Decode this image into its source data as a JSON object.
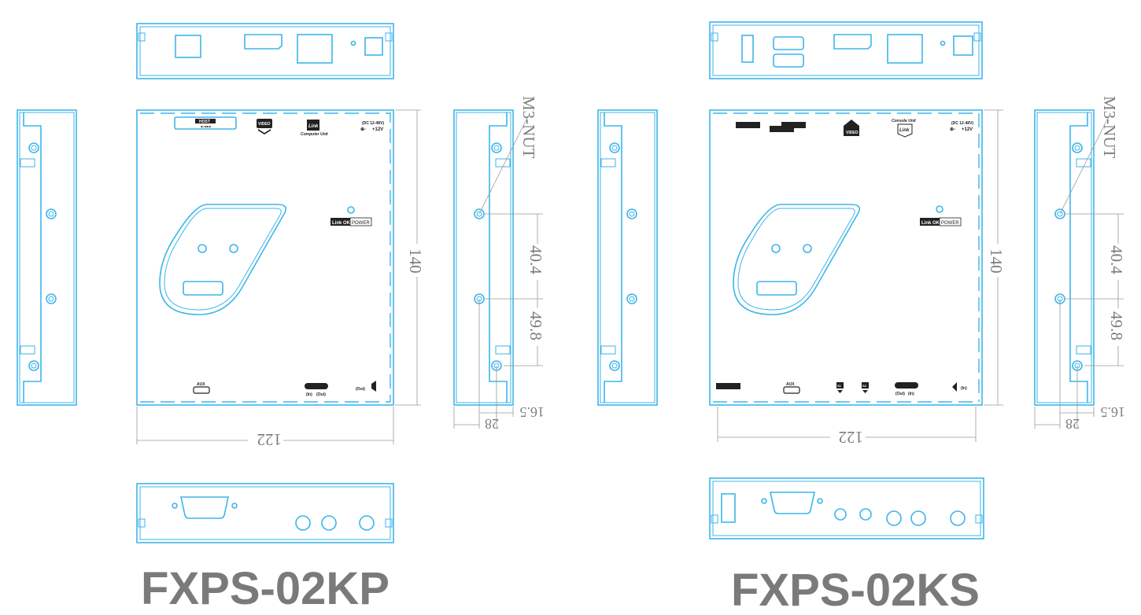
{
  "colors": {
    "line": "#3db5ea",
    "title": "#7a7a7a",
    "dimension": "#7d7d7d"
  },
  "products": [
    {
      "model": "FXPS-02KP",
      "dimensions": {
        "height": "140",
        "width": "122",
        "hole_pitch_1": "40.4",
        "hole_pitch_2": "49.8",
        "offset_1": "16.5",
        "offset_2": "28",
        "nut": "M3-NUT"
      },
      "front_labels": {
        "host": "HOST",
        "video": "VIDEO",
        "link": "Link",
        "unit": "Computer Unit",
        "dc": "(DC 12-48V)",
        "volt": "+12V",
        "link_ok": "Link OK",
        "power": "POWER",
        "aux": "AUX",
        "audio_in": "(In)",
        "audio_out": "(Out)",
        "speaker_out": "(Out)"
      }
    },
    {
      "model": "FXPS-02KS",
      "dimensions": {
        "height": "140",
        "width": "122",
        "hole_pitch_1": "40.4",
        "hole_pitch_2": "49.8",
        "offset_1": "16.5",
        "offset_2": "28",
        "nut": "M3-NUT"
      },
      "front_labels": {
        "video": "VIDEO",
        "link": "Link",
        "unit": "Console Unit",
        "dc": "(DC 12-48V)",
        "volt": "+12V",
        "link_ok": "Link OK",
        "power": "POWER",
        "aux": "AUX",
        "s1": "S1",
        "s2": "S2",
        "audio_out": "(Out)",
        "audio_in": "(In)",
        "speaker_in": "(In)"
      }
    }
  ]
}
